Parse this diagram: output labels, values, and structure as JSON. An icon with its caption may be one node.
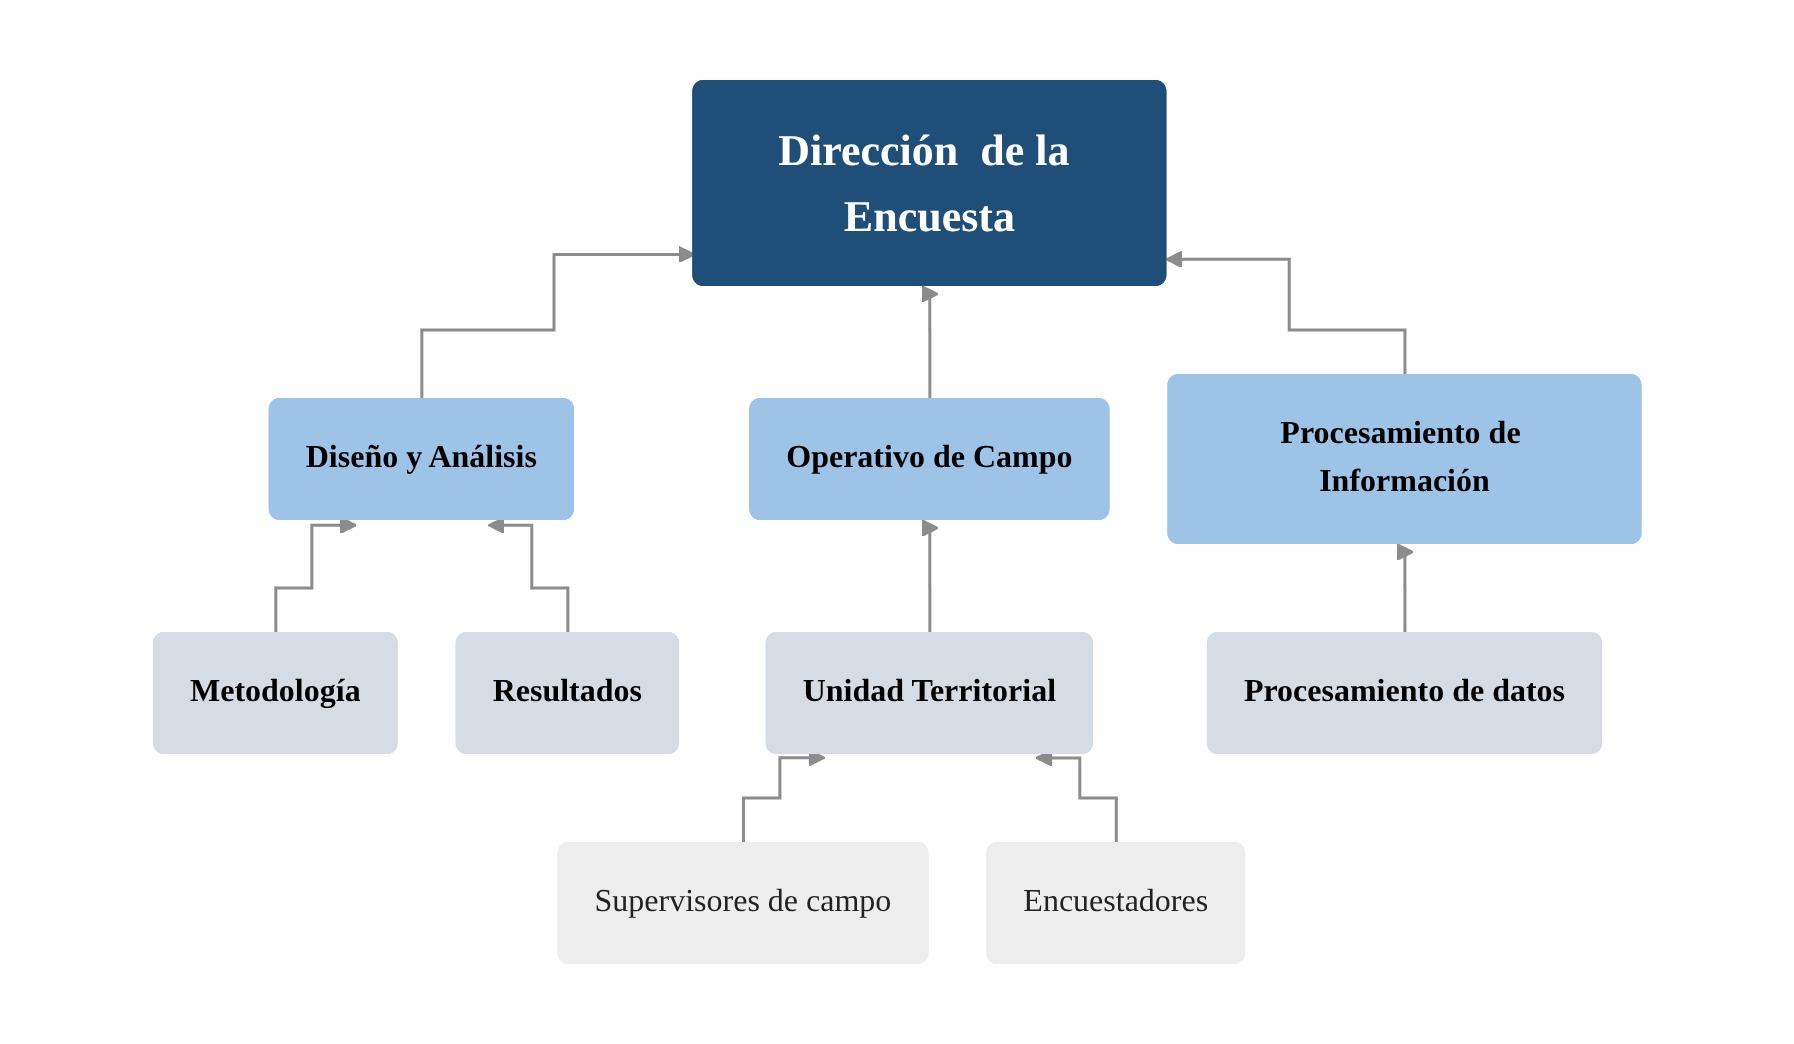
{
  "diagram": {
    "nodes": [
      {
        "text": [
          "Dirección  de la Encuesta"
        ]
      },
      {
        "text": [
          "Diseño y Análisis"
        ]
      },
      {
        "text": [
          "Operativo de Campo"
        ]
      },
      {
        "text": [
          "Procesamiento de Información"
        ]
      },
      {
        "text": [
          "Metodología"
        ]
      },
      {
        "text": [
          "Resultados"
        ]
      },
      {
        "text": [
          "Unidad Territorial"
        ]
      },
      {
        "text": [
          "Supervisores de campo"
        ]
      },
      {
        "text": [
          "Encuestadores"
        ]
      },
      {
        "text": [
          "Procesamiento de datos"
        ]
      }
    ],
    "edges": [
      {
        "from": 1,
        "to": 0,
        "arrow": "to"
      },
      {
        "from": 2,
        "to": 0,
        "arrow": "to"
      },
      {
        "from": 3,
        "to": 0,
        "arrow": "to"
      },
      {
        "from": 4,
        "to": 1,
        "arrow": "to"
      },
      {
        "from": 5,
        "to": 1,
        "arrow": "to"
      },
      {
        "from": 6,
        "to": 2,
        "arrow": "to"
      },
      {
        "from": 7,
        "to": 6,
        "arrow": "to"
      },
      {
        "from": 8,
        "to": 6,
        "arrow": "to"
      },
      {
        "from": 9,
        "to": 3,
        "arrow": "to"
      }
    ]
  }
}
